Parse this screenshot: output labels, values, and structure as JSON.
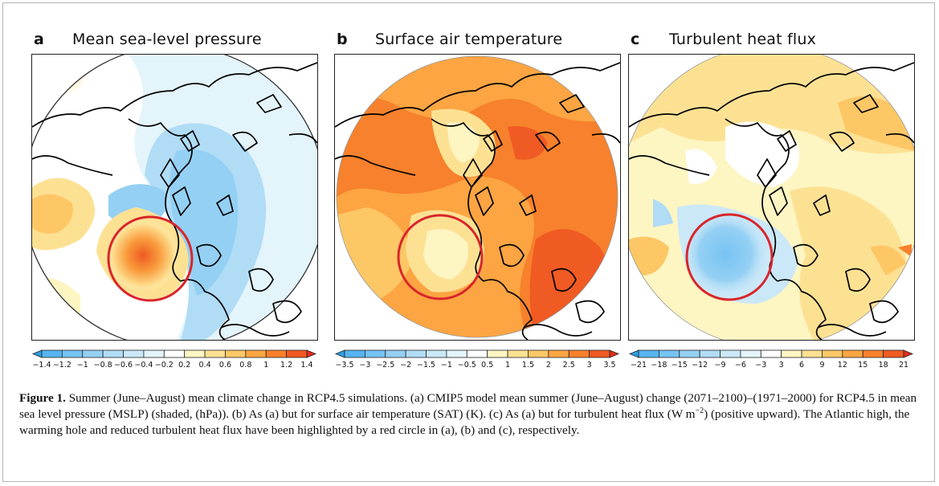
{
  "panels": [
    {
      "letter": "a",
      "title": "Mean sea-level pressure",
      "colorbar_ticks": [
        "−1.4",
        "−1.2",
        "−1",
        "−0.8",
        "−0.6",
        "−0.4",
        "−0.2",
        "0.2",
        "0.4",
        "0.6",
        "0.8",
        "1",
        "1.2",
        "1.4"
      ]
    },
    {
      "letter": "b",
      "title": "Surface air temperature",
      "colorbar_ticks": [
        "−3.5",
        "−3",
        "−2.5",
        "−2",
        "−1.5",
        "−1",
        "−0.5",
        "0.5",
        "1",
        "1.5",
        "2",
        "2.5",
        "3",
        "3.5"
      ]
    },
    {
      "letter": "c",
      "title": "Turbulent heat flux",
      "colorbar_ticks": [
        "−21",
        "−18",
        "−15",
        "−12",
        "−9",
        "−6",
        "−3",
        "3",
        "6",
        "9",
        "12",
        "15",
        "18",
        "21"
      ]
    }
  ],
  "colorbar_colors": [
    "#2f9fe3",
    "#56b4ef",
    "#77c3f2",
    "#94d0f4",
    "#b0dcf6",
    "#cbe8f8",
    "#e4f4fb",
    "#ffffff",
    "#fdf5c2",
    "#fde193",
    "#fdc766",
    "#fca542",
    "#f7812c",
    "#f05a23",
    "#e42d1c"
  ],
  "highlight_color": "#d9252b",
  "caption": {
    "label": "Figure 1.",
    "text_1": " Summer (June–August) mean climate change in RCP4.5 simulations. (a) CMIP5 model mean summer (June–August) change (2071–2100)–(1971–2000) for RCP4.5 in mean sea level pressure (MSLP) (shaded, (hPa)). (b) As (a) but for surface air temperature (SAT) (K). (c) As (a) but for turbulent heat flux (W m",
    "superscript": "−2",
    "text_2": ") (positive upward). The Atlantic high, the warming hole and reduced turbulent heat flux have been highlighted by a red circle in (a), (b) and (c), respectively."
  }
}
